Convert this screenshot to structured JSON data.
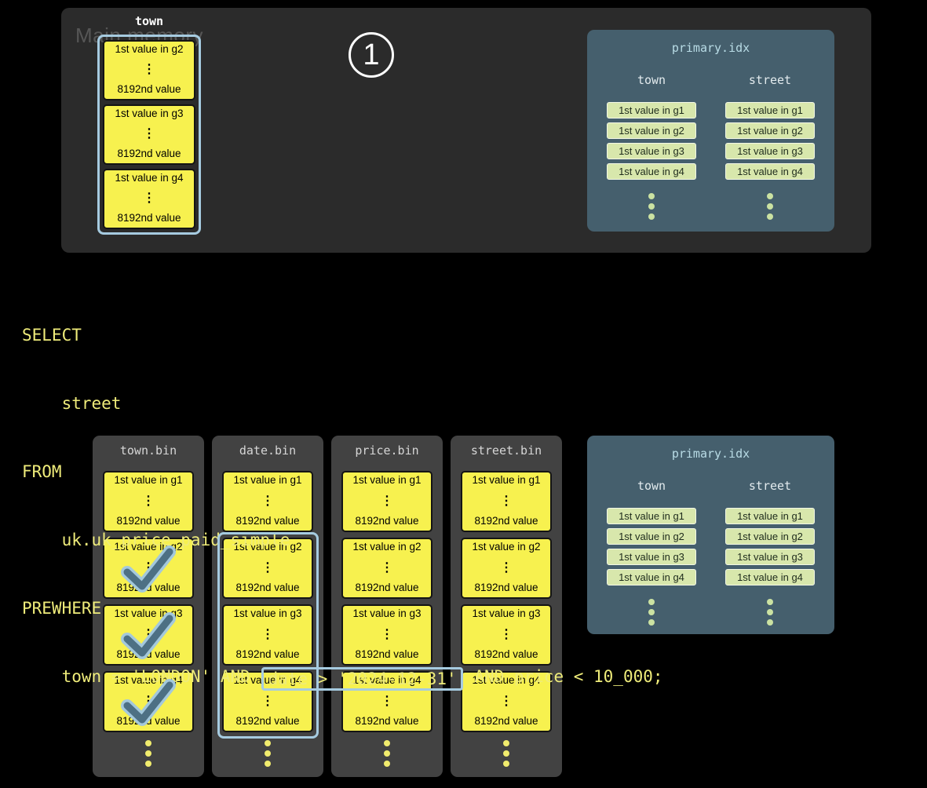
{
  "step_badge": {
    "label": "1"
  },
  "main_memory": {
    "title": "Main memory",
    "column_label": "town",
    "loaded_granules": [
      "g2",
      "g3",
      "g4"
    ]
  },
  "granules": [
    {
      "first": "1st value in g1",
      "ellipsis": "⋮",
      "last": "8192nd value"
    },
    {
      "first": "1st value in g2",
      "ellipsis": "⋮",
      "last": "8192nd value"
    },
    {
      "first": "1st value in g3",
      "ellipsis": "⋮",
      "last": "8192nd value"
    },
    {
      "first": "1st value in g4",
      "ellipsis": "⋮",
      "last": "8192nd value"
    }
  ],
  "sql": {
    "line1": "SELECT",
    "line2": "    street",
    "line3": "FROM",
    "line4": "    uk.uk_price_paid_simple",
    "line5": "PREWHERE",
    "line6_before": "    town = 'LONDON' AND ",
    "line6_highlight": "date > '2024-12-31'",
    "line6_after": " AND price < 10_000;"
  },
  "bins": [
    {
      "name": "town.bin"
    },
    {
      "name": "date.bin"
    },
    {
      "name": "price.bin"
    },
    {
      "name": "street.bin"
    }
  ],
  "annotations": {
    "town_bin_checked_granules": [
      "g2",
      "g3",
      "g4"
    ],
    "date_bin_boxed_granules": [
      "g2",
      "g3",
      "g4"
    ]
  },
  "primary_index": {
    "title": "primary.idx",
    "col1_header": "town",
    "col2_header": "street",
    "entries": [
      "1st value in g1",
      "1st value in g2",
      "1st value in g3",
      "1st value in g4"
    ]
  },
  "colors": {
    "background": "#000000",
    "memory_panel": "#2b2b2b",
    "bin_panel": "#424242",
    "granule_yellow": "#f7f14f",
    "index_panel": "#455f6d",
    "index_entry_green": "#d8e7ac",
    "highlight_blue": "#a6cbe0",
    "sql_yellow": "#efec7a",
    "check_blue": "#4d7084"
  }
}
